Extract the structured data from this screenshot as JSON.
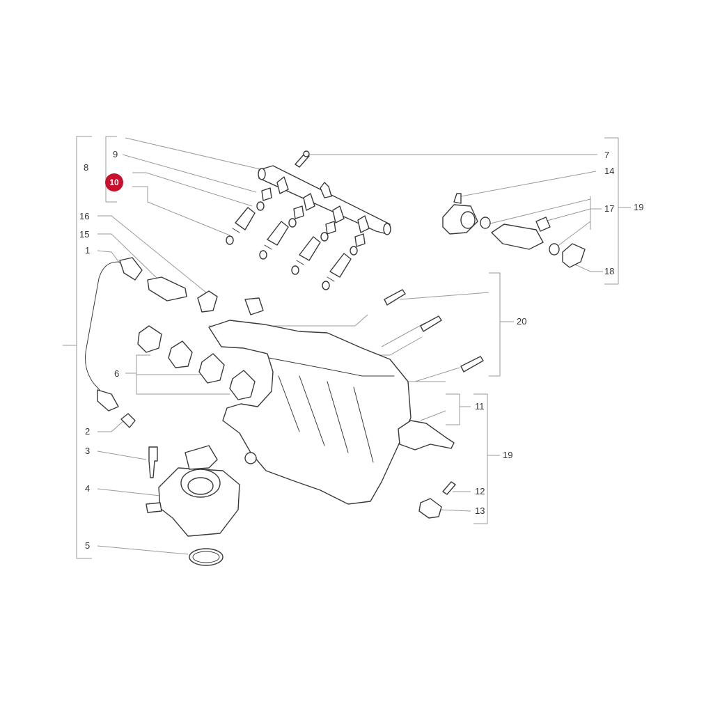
{
  "highlight_color": "#c8102e",
  "callouts": {
    "c1": "1",
    "c2": "2",
    "c3": "3",
    "c4": "4",
    "c5": "5",
    "c6": "6",
    "c7": "7",
    "c8": "8",
    "c9": "9",
    "c10": "10",
    "c11": "11",
    "c12": "12",
    "c13": "13",
    "c14": "14",
    "c15": "15",
    "c16": "16",
    "c17": "17",
    "c18": "18",
    "c19a": "19",
    "c19b": "19",
    "c20": "20"
  },
  "highlighted_callout": "10"
}
